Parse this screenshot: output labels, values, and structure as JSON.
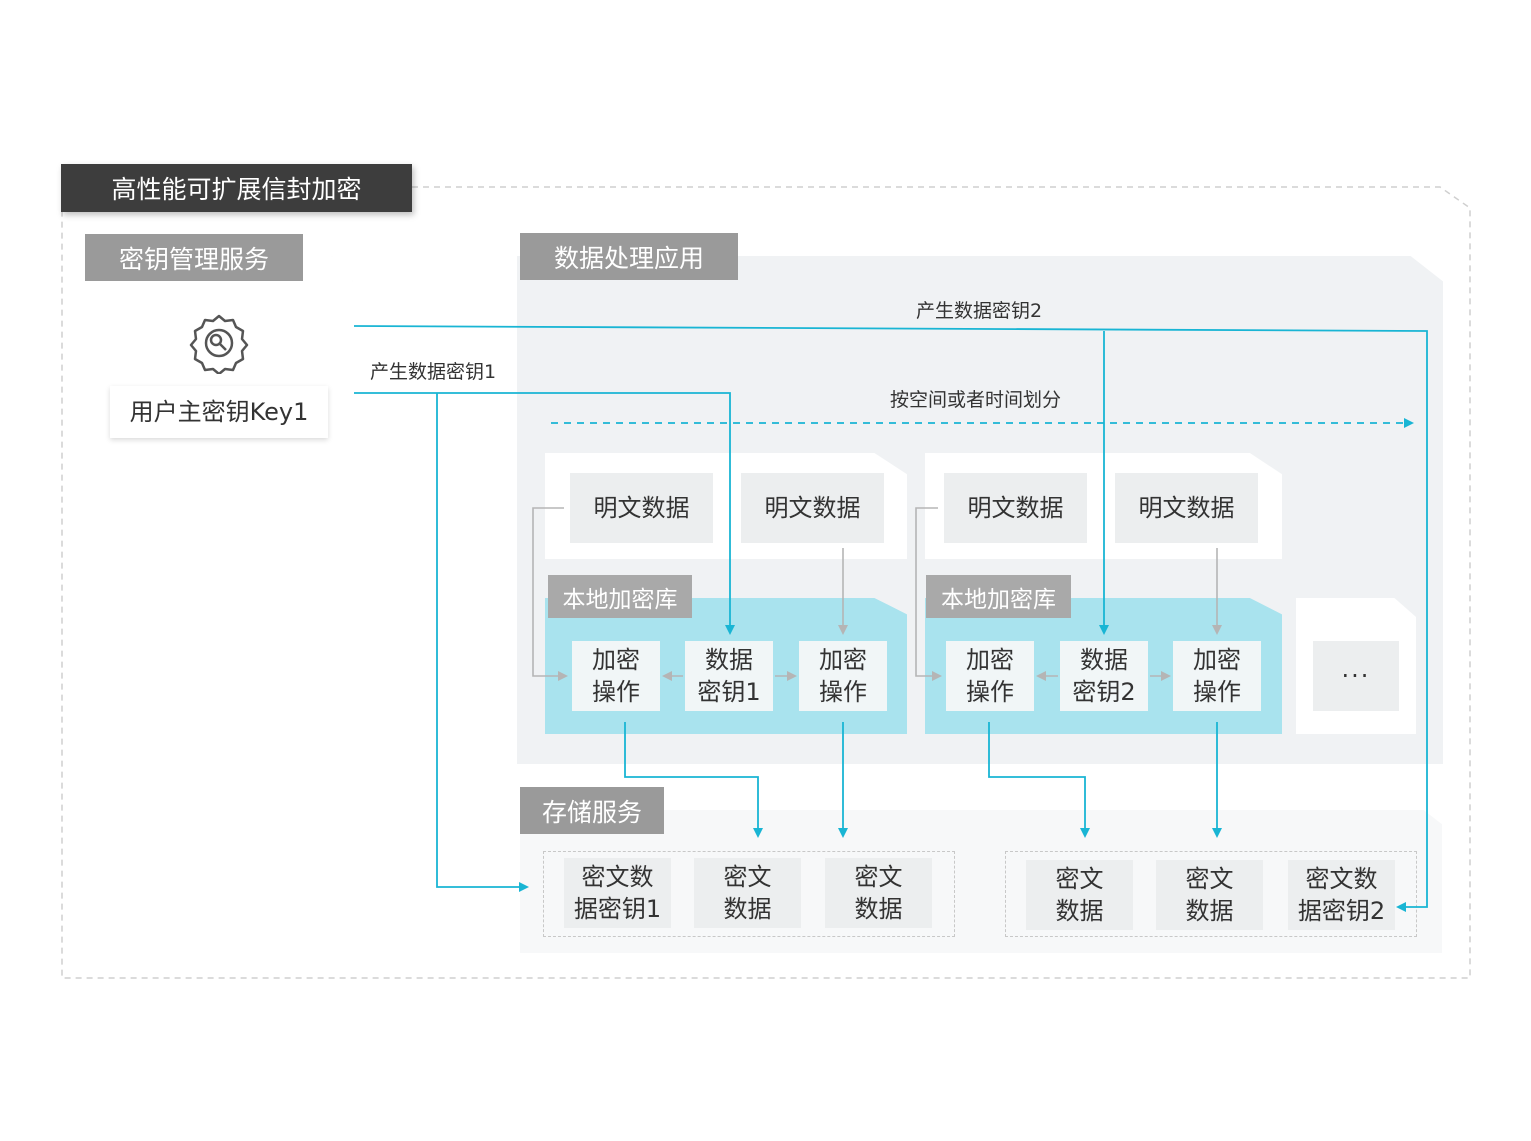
{
  "title": "高性能可扩展信封加密",
  "kms": {
    "tab": "密钥管理服务",
    "icon": "gear-key-icon",
    "master_key": "用户主密钥Key1"
  },
  "app": {
    "tab": "数据处理应用",
    "gen_key2": "产生数据密钥2",
    "gen_key1": "产生数据密钥1",
    "partition": "按空间或者时间划分",
    "group1": {
      "plain": [
        "明文数据",
        "明文数据"
      ],
      "vault": "本地加密库",
      "enc_left": "加密\n操作",
      "data_key": "数据\n密钥1",
      "enc_right": "加密\n操作"
    },
    "group2": {
      "plain": [
        "明文数据",
        "明文数据"
      ],
      "vault": "本地加密库",
      "enc_left": "加密\n操作",
      "data_key": "数据\n密钥2",
      "enc_right": "加密\n操作"
    },
    "more": "···"
  },
  "storage": {
    "tab": "存储服务",
    "group1": [
      "密文数\n据密钥1",
      "密文\n数据",
      "密文\n数据"
    ],
    "group2": [
      "密文\n数据",
      "密文\n数据",
      "密文数\n据密钥2"
    ]
  },
  "colors": {
    "accent": "#19b5d4",
    "cyan_area": "#a9e3ee",
    "dark_tab": "#3d3d3d",
    "grey_tab": "#9a9a9a"
  }
}
